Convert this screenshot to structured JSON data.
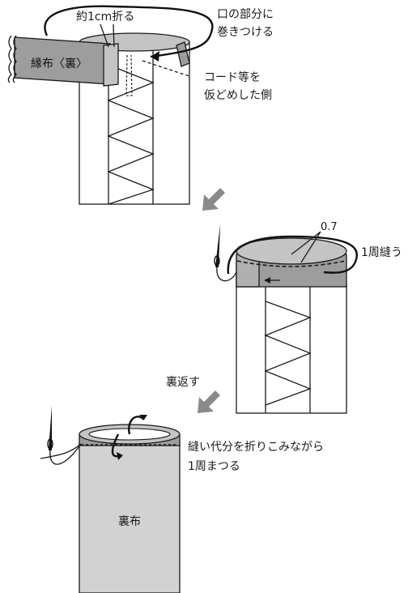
{
  "steps": [
    {
      "fold_label": "約1cm折る",
      "wrap_label_line1": "口の部分に",
      "wrap_label_line2": "巻きつける",
      "tape_label": "縁布〈裏〉",
      "cord_label_line1": "コード等を",
      "cord_label_line2": "仮どめした側"
    },
    {
      "seam_allowance_label": "0.7",
      "sew_label": "1周縫う"
    },
    {
      "turn_label": "裏返す",
      "hem_label_line1": "縫い代分を折りこみながら",
      "hem_label_line2": "1周まつる",
      "lining_label": "裏布"
    }
  ],
  "colors": {
    "line": "#1a1a1a",
    "tape_fill": "#9d9d9d",
    "tape_inner_fill": "#c4c4c4",
    "lining_fill": "#d2d2d2",
    "arrow_fill": "#8a8a8a",
    "background": "#ffffff"
  },
  "icons": [
    "needle-icon",
    "arrow-down-left-icon"
  ]
}
